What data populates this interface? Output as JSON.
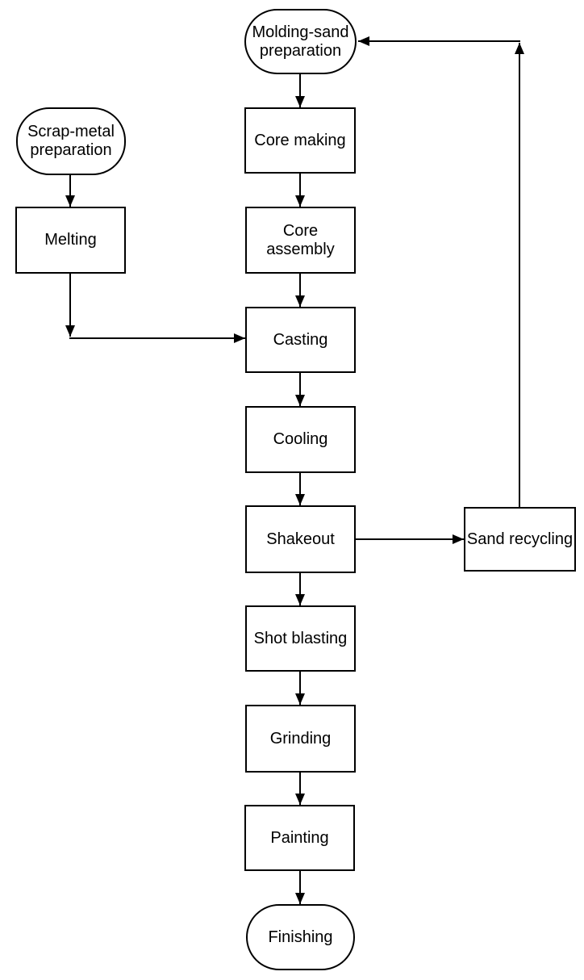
{
  "diagram": {
    "type": "flowchart",
    "background_color": "#ffffff",
    "line_color": "#000000",
    "node_fill_color": "#ffffff",
    "text_color": "#000000",
    "nodes": {
      "molding_sand_preparation": {
        "label": "Molding-sand preparation",
        "shape": "terminator"
      },
      "scrap_metal_preparation": {
        "label": "Scrap-metal preparation",
        "shape": "terminator"
      },
      "core_making": {
        "label": "Core making",
        "shape": "process"
      },
      "melting": {
        "label": "Melting",
        "shape": "process"
      },
      "core_assembly": {
        "label": "Core assembly",
        "shape": "process"
      },
      "casting": {
        "label": "Casting",
        "shape": "process"
      },
      "cooling": {
        "label": "Cooling",
        "shape": "process"
      },
      "shakeout": {
        "label": "Shakeout",
        "shape": "process"
      },
      "sand_recycling": {
        "label": "Sand recycling",
        "shape": "process"
      },
      "shot_blasting": {
        "label": "Shot blasting",
        "shape": "process"
      },
      "grinding": {
        "label": "Grinding",
        "shape": "process"
      },
      "painting": {
        "label": "Painting",
        "shape": "process"
      },
      "finishing": {
        "label": "Finishing",
        "shape": "terminator"
      }
    },
    "edges": [
      {
        "from": "Molding-sand preparation",
        "to": "Core making"
      },
      {
        "from": "Core making",
        "to": "Core assembly"
      },
      {
        "from": "Core assembly",
        "to": "Casting"
      },
      {
        "from": "Scrap-metal preparation",
        "to": "Melting"
      },
      {
        "from": "Melting",
        "to": "Casting"
      },
      {
        "from": "Casting",
        "to": "Cooling"
      },
      {
        "from": "Cooling",
        "to": "Shakeout"
      },
      {
        "from": "Shakeout",
        "to": "Shot blasting"
      },
      {
        "from": "Shakeout",
        "to": "Sand recycling"
      },
      {
        "from": "Sand recycling",
        "to": "Molding-sand preparation"
      },
      {
        "from": "Shot blasting",
        "to": "Grinding"
      },
      {
        "from": "Grinding",
        "to": "Painting"
      },
      {
        "from": "Painting",
        "to": "Finishing"
      }
    ]
  }
}
